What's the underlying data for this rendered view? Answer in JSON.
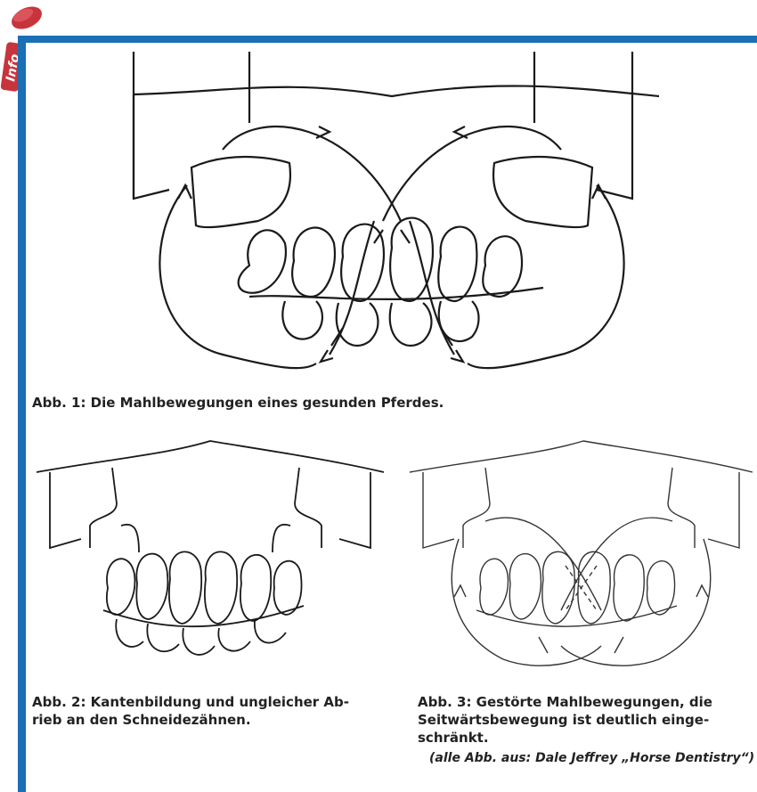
{
  "sidebar_tag": {
    "label": "Info",
    "color": "#c8343c"
  },
  "frame_color": "#1a6fb5",
  "figures": [
    {
      "caption": "Abb. 1: Die Mahlbewegungen eines gesunden Pferdes."
    },
    {
      "caption_line1": "Abb. 2: Kantenbildung und ungleicher Ab-",
      "caption_line2": "rieb an den Schneidezähnen."
    },
    {
      "caption_line1": "Abb. 3: Gestörte Mahlbewegungen, die",
      "caption_line2": "Seitwärtsbewegung ist deutlich einge-",
      "caption_line3": "schränkt."
    }
  ],
  "credit": "(alle Abb. aus: Dale Jeffrey „Horse Dentistry“)"
}
